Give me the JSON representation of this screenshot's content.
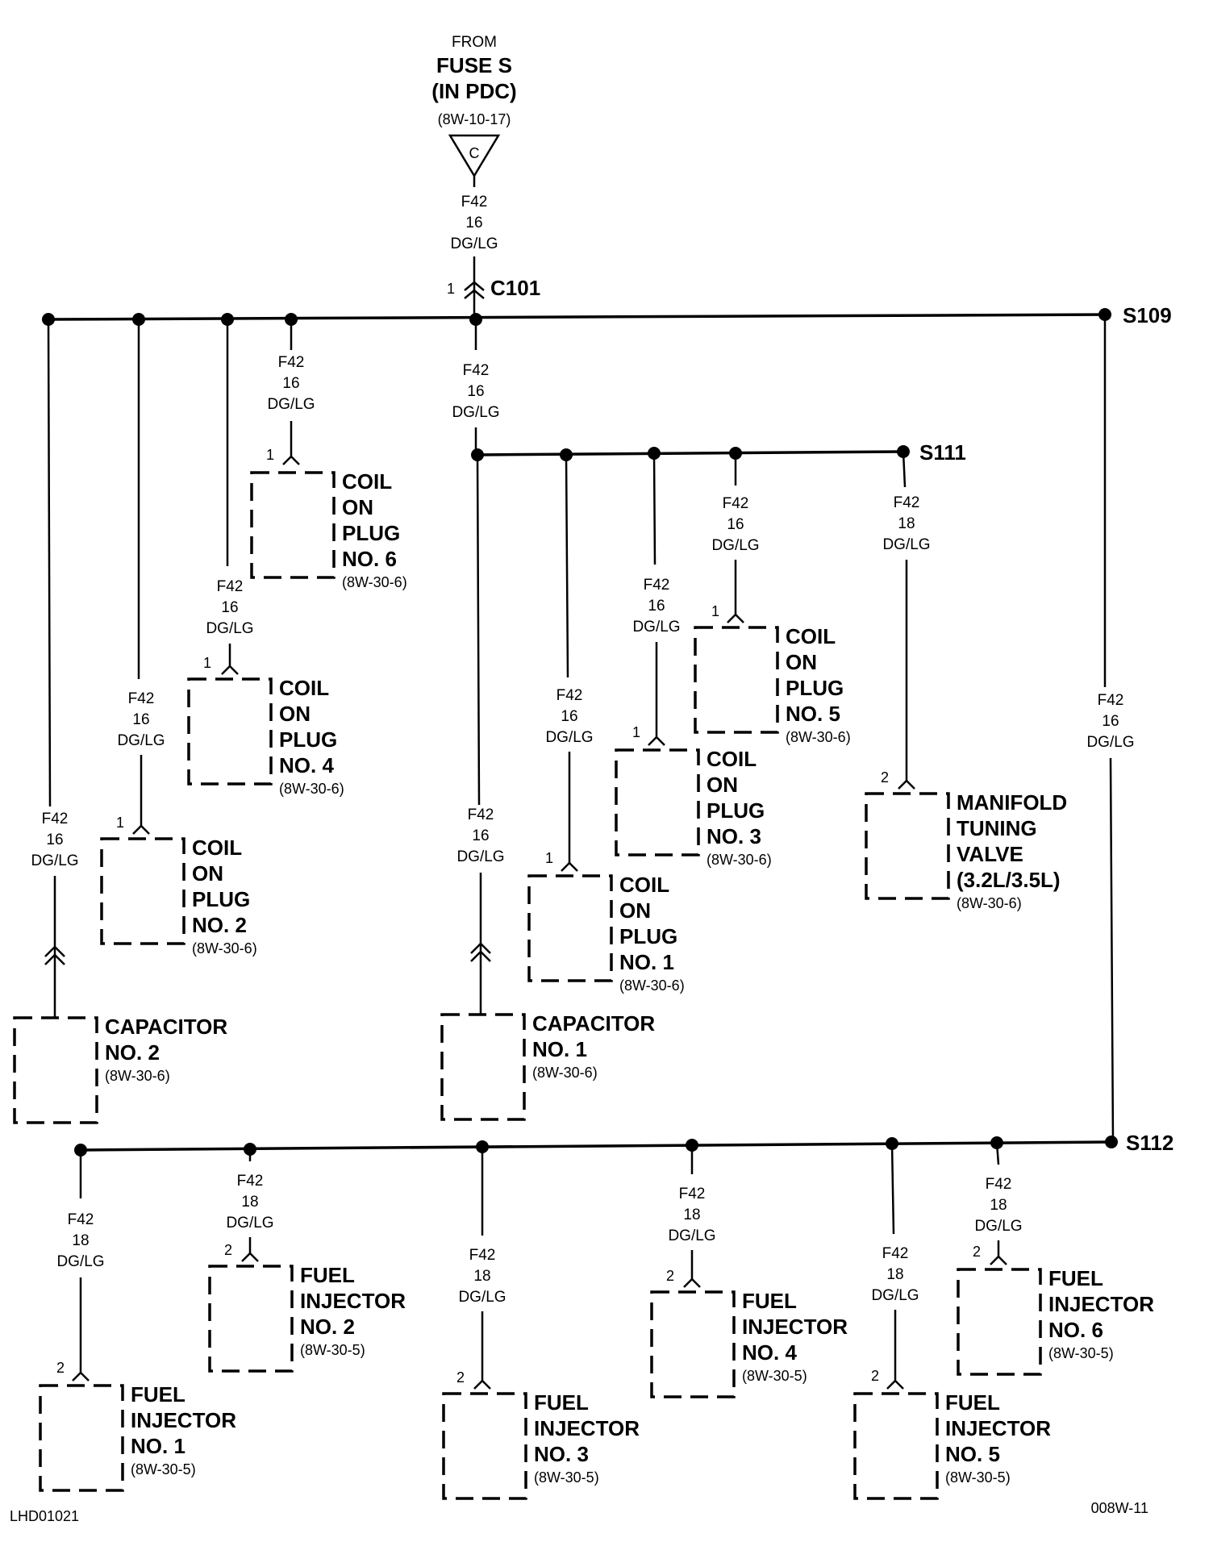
{
  "source": {
    "from": "FROM",
    "fuse": "FUSE S",
    "location": "(IN PDC)",
    "ref": "(8W-10-17)",
    "connector_letter": "C"
  },
  "wire_f42_16": {
    "circuit": "F42",
    "gauge": "16",
    "color": "DG/LG"
  },
  "wire_f42_18": {
    "circuit": "F42",
    "gauge": "18",
    "color": "DG/LG"
  },
  "c101": {
    "pin": "1",
    "name": "C101"
  },
  "splices": {
    "s109": "S109",
    "s111": "S111",
    "s112": "S112"
  },
  "components": [
    {
      "id": "coil6",
      "pin": "1",
      "lines": [
        "COIL",
        "ON",
        "PLUG",
        "NO. 6"
      ],
      "ref": "(8W-30-6)"
    },
    {
      "id": "coil4",
      "pin": "1",
      "lines": [
        "COIL",
        "ON",
        "PLUG",
        "NO. 4"
      ],
      "ref": "(8W-30-6)"
    },
    {
      "id": "coil2",
      "pin": "1",
      "lines": [
        "COIL",
        "ON",
        "PLUG",
        "NO. 2"
      ],
      "ref": "(8W-30-6)"
    },
    {
      "id": "coil5",
      "pin": "1",
      "lines": [
        "COIL",
        "ON",
        "PLUG",
        "NO. 5"
      ],
      "ref": "(8W-30-6)"
    },
    {
      "id": "coil3",
      "pin": "1",
      "lines": [
        "COIL",
        "ON",
        "PLUG",
        "NO. 3"
      ],
      "ref": "(8W-30-6)"
    },
    {
      "id": "coil1",
      "pin": "1",
      "lines": [
        "COIL",
        "ON",
        "PLUG",
        "NO. 1"
      ],
      "ref": "(8W-30-6)"
    },
    {
      "id": "mtv",
      "pin": "2",
      "lines": [
        "MANIFOLD",
        "TUNING",
        "VALVE",
        "(3.2L/3.5L)"
      ],
      "ref": "(8W-30-6)"
    },
    {
      "id": "cap2",
      "pin": "",
      "lines": [
        "CAPACITOR",
        "NO. 2"
      ],
      "ref": "(8W-30-6)"
    },
    {
      "id": "cap1",
      "pin": "",
      "lines": [
        "CAPACITOR",
        "NO. 1"
      ],
      "ref": "(8W-30-6)"
    },
    {
      "id": "inj1",
      "pin": "2",
      "lines": [
        "FUEL",
        "INJECTOR",
        "NO. 1"
      ],
      "ref": "(8W-30-5)"
    },
    {
      "id": "inj2",
      "pin": "2",
      "lines": [
        "FUEL",
        "INJECTOR",
        "NO. 2"
      ],
      "ref": "(8W-30-5)"
    },
    {
      "id": "inj3",
      "pin": "2",
      "lines": [
        "FUEL",
        "INJECTOR",
        "NO. 3"
      ],
      "ref": "(8W-30-5)"
    },
    {
      "id": "inj4",
      "pin": "2",
      "lines": [
        "FUEL",
        "INJECTOR",
        "NO. 4"
      ],
      "ref": "(8W-30-5)"
    },
    {
      "id": "inj5",
      "pin": "2",
      "lines": [
        "FUEL",
        "INJECTOR",
        "NO. 5"
      ],
      "ref": "(8W-30-5)"
    },
    {
      "id": "inj6",
      "pin": "2",
      "lines": [
        "FUEL",
        "INJECTOR",
        "NO. 6"
      ],
      "ref": "(8W-30-5)"
    }
  ],
  "footer": {
    "left": "LHD01021",
    "right": "008W-11"
  }
}
